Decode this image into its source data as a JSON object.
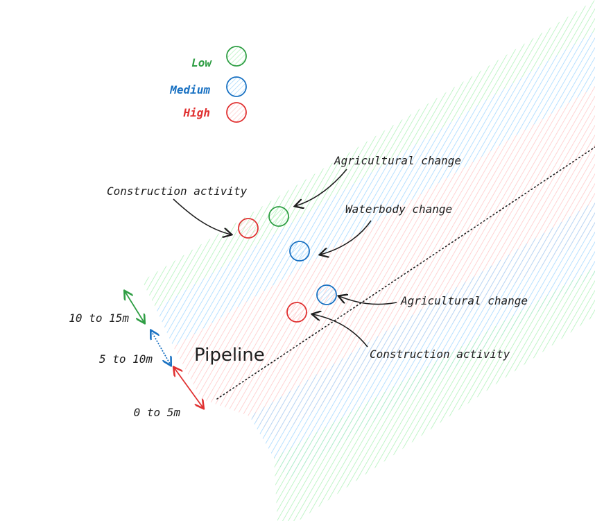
{
  "colors": {
    "low": "#2f9e44",
    "medium": "#1971c2",
    "high": "#e03131",
    "ink": "#1e1e1e",
    "low_hatch": "#b2f2bb",
    "medium_hatch": "#a5d8ff",
    "high_hatch": "#ffc9c9"
  },
  "legend": {
    "low": "Low",
    "medium": "Medium",
    "high": "High"
  },
  "pipeline_label": "Pipeline",
  "buffers": {
    "outer": "10 to 15m",
    "middle": "5 to 10m",
    "inner": "0 to 5m"
  },
  "events": {
    "construction_upper": {
      "label": "Construction activity",
      "risk": "high"
    },
    "agricultural_upper": {
      "label": "Agricultural change",
      "risk": "low"
    },
    "waterbody": {
      "label": "Waterbody change",
      "risk": "medium"
    },
    "agricultural_lower": {
      "label": "Agricultural change",
      "risk": "medium"
    },
    "construction_lower": {
      "label": "Construction activity",
      "risk": "high"
    }
  }
}
